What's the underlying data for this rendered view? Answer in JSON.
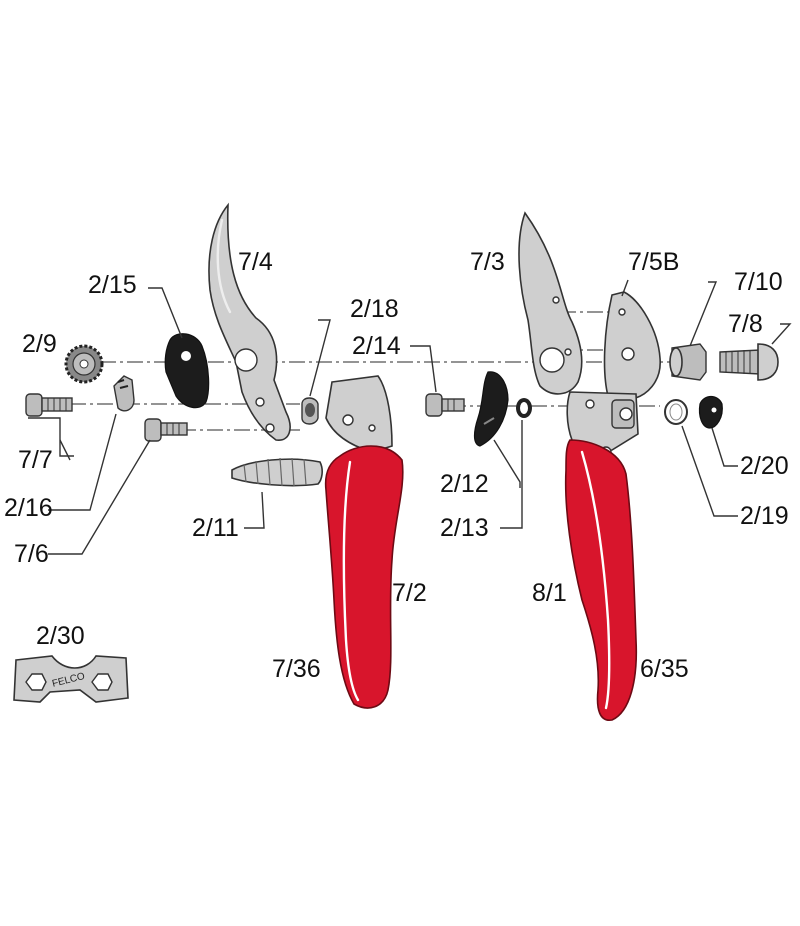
{
  "labels": {
    "p7_4": "7/4",
    "p7_3": "7/3",
    "p7_5b": "7/5B",
    "p7_10": "7/10",
    "p7_8": "7/8",
    "p2_15": "2/15",
    "p2_18": "2/18",
    "p2_14": "2/14",
    "p2_9": "2/9",
    "p7_7": "7/7",
    "p2_16": "2/16",
    "p7_6": "7/6",
    "p2_11": "2/11",
    "p2_12": "2/12",
    "p2_13": "2/13",
    "p2_20": "2/20",
    "p2_19": "2/19",
    "p7_2": "7/2",
    "p8_1": "8/1",
    "p7_36": "7/36",
    "p6_35": "6/35",
    "p2_30": "2/30"
  },
  "tool_stamp": "FELCO",
  "colors": {
    "handle": "#d8152c",
    "metal": "#cfcfcf",
    "dark_part": "#1c1c1c"
  }
}
